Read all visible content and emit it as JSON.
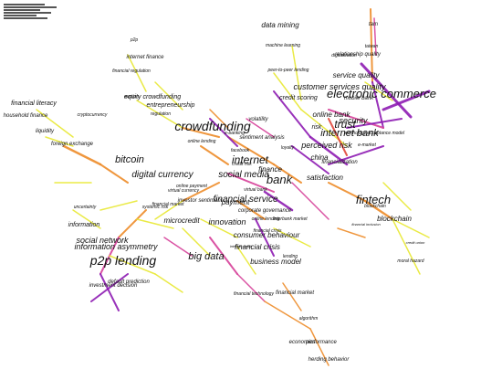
{
  "network": {
    "colors": {
      "yellow": "#e8e832",
      "orange": "#ee8c2a",
      "purple": "#8e1cb3",
      "pink": "#d6419a",
      "red": "#e2473a",
      "dark": "#2b0a3d"
    },
    "nodes": [
      {
        "label": "data mining",
        "size": 8
      },
      {
        "label": "tam",
        "size": 6
      },
      {
        "label": "p2p",
        "size": 5
      },
      {
        "label": "internet finance",
        "size": 6
      },
      {
        "label": "machine learning",
        "size": 5
      },
      {
        "label": "taiwan",
        "size": 5
      },
      {
        "label": "relationship quality",
        "size": 6
      },
      {
        "label": "digitalization",
        "size": 5
      },
      {
        "label": "financial regulation",
        "size": 5
      },
      {
        "label": "peer-to-peer lending",
        "size": 5
      },
      {
        "label": "service quality",
        "size": 8
      },
      {
        "label": "customer services quality",
        "size": 9
      },
      {
        "label": "electronic commerce",
        "size": 13
      },
      {
        "label": "financial literacy",
        "size": 7
      },
      {
        "label": "auction",
        "size": 5
      },
      {
        "label": "equity crowdfunding",
        "size": 7
      },
      {
        "label": "entrepreneurship",
        "size": 7
      },
      {
        "label": "credit scoring",
        "size": 7
      },
      {
        "label": "mobile bank",
        "size": 6
      },
      {
        "label": "household finance",
        "size": 6
      },
      {
        "label": "regulation",
        "size": 5
      },
      {
        "label": "online bank",
        "size": 8
      },
      {
        "label": "trust",
        "size": 12
      },
      {
        "label": "liquidity",
        "size": 6
      },
      {
        "label": "volatility",
        "size": 6
      },
      {
        "label": "crowdfunding",
        "size": 14
      },
      {
        "label": "security",
        "size": 9
      },
      {
        "label": "risk",
        "size": 7
      },
      {
        "label": "e-banking",
        "size": 5
      },
      {
        "label": "internet bank",
        "size": 11
      },
      {
        "label": "technology acceptance model",
        "size": 5
      },
      {
        "label": "cryptocurrency",
        "size": 5
      },
      {
        "label": "foreign exchange",
        "size": 6
      },
      {
        "label": "online lending",
        "size": 5
      },
      {
        "label": "sentiment analysis",
        "size": 6
      },
      {
        "label": "perceived risk",
        "size": 9
      },
      {
        "label": "e-market",
        "size": 5
      },
      {
        "label": "loyalty",
        "size": 5
      },
      {
        "label": "china",
        "size": 8
      },
      {
        "label": "facebook",
        "size": 5
      },
      {
        "label": "bitcoin",
        "size": 11
      },
      {
        "label": "internet",
        "size": 12
      },
      {
        "label": "credit risk",
        "size": 5
      },
      {
        "label": "finance",
        "size": 8
      },
      {
        "label": "financialization",
        "size": 6
      },
      {
        "label": "social media",
        "size": 10
      },
      {
        "label": "digital currency",
        "size": 10
      },
      {
        "label": "satisfaction",
        "size": 8
      },
      {
        "label": "virtual bank",
        "size": 5
      },
      {
        "label": "bank",
        "size": 13
      },
      {
        "label": "virtual currency",
        "size": 5
      },
      {
        "label": "online payment",
        "size": 5
      },
      {
        "label": "blockchain",
        "size": 5
      },
      {
        "label": "financial service",
        "size": 10
      },
      {
        "label": "fintech",
        "size": 13
      },
      {
        "label": "uncertainty",
        "size": 5
      },
      {
        "label": "systemic risk",
        "size": 5
      },
      {
        "label": "financial market",
        "size": 5
      },
      {
        "label": "investor sentiment",
        "size": 6
      },
      {
        "label": "blockchain",
        "size": 8
      },
      {
        "label": "payment",
        "size": 8
      },
      {
        "label": "corporate governance",
        "size": 6
      },
      {
        "label": "financial inclusion",
        "size": 4
      },
      {
        "label": "information",
        "size": 7
      },
      {
        "label": "microcredit",
        "size": 8
      },
      {
        "label": "innovation",
        "size": 9
      },
      {
        "label": "interbank market",
        "size": 5
      },
      {
        "label": "online lending",
        "size": 5
      },
      {
        "label": "financial crisis",
        "size": 5
      },
      {
        "label": "consumer behaviour",
        "size": 8
      },
      {
        "label": "credit union",
        "size": 4
      },
      {
        "label": "social network",
        "size": 9
      },
      {
        "label": "information asymmetry",
        "size": 9
      },
      {
        "label": "internet credit",
        "size": 4
      },
      {
        "label": "financial crisis",
        "size": 8
      },
      {
        "label": "big data",
        "size": 11
      },
      {
        "label": "lending",
        "size": 5
      },
      {
        "label": "p2p lending",
        "size": 14
      },
      {
        "label": "business model",
        "size": 8
      },
      {
        "label": "moral hazard",
        "size": 5
      },
      {
        "label": "default prediction",
        "size": 6
      },
      {
        "label": "investment decision",
        "size": 6
      },
      {
        "label": "financial technology",
        "size": 5
      },
      {
        "label": "financial market",
        "size": 6
      },
      {
        "label": "algorithm",
        "size": 5
      },
      {
        "label": "economics",
        "size": 6
      },
      {
        "label": "performance",
        "size": 6
      },
      {
        "label": "herding behavior",
        "size": 6
      }
    ]
  }
}
